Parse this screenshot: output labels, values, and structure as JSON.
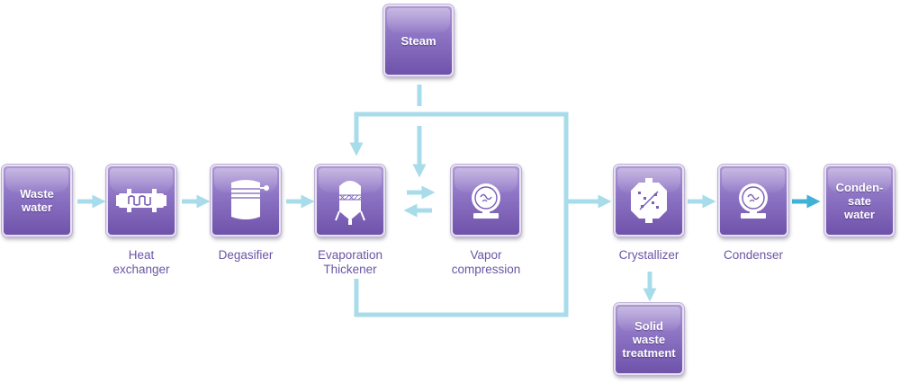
{
  "nodes": {
    "waste_water": "Waste\nwater",
    "heat_exchanger": "Heat\nexchanger",
    "degasifier": "Degasifier",
    "evaporation_thickener": "Evaporation\nThickener",
    "vapor_compression": "Vapor\ncompression",
    "steam": "Steam",
    "crystallizer": "Crystallizer",
    "condenser": "Condenser",
    "condensate_water": "Conden-\nsate\nwater",
    "solid_waste_treatment": "Solid\nwaste\ntreatment"
  },
  "icons": {
    "heat_exchanger": "heat-exchanger-icon",
    "degasifier": "degasifier-tank-icon",
    "evaporation_thickener": "evaporator-vessel-icon",
    "vapor_compression": "compressor-icon",
    "crystallizer": "crystallizer-icon",
    "condenser": "condenser-icon"
  },
  "colors": {
    "box_top": "#ae98d6",
    "box_bottom": "#6f52aa",
    "flow_line": "#a8dcea",
    "highlight_arrow": "#3fb2d6",
    "label": "#6b55a6"
  }
}
